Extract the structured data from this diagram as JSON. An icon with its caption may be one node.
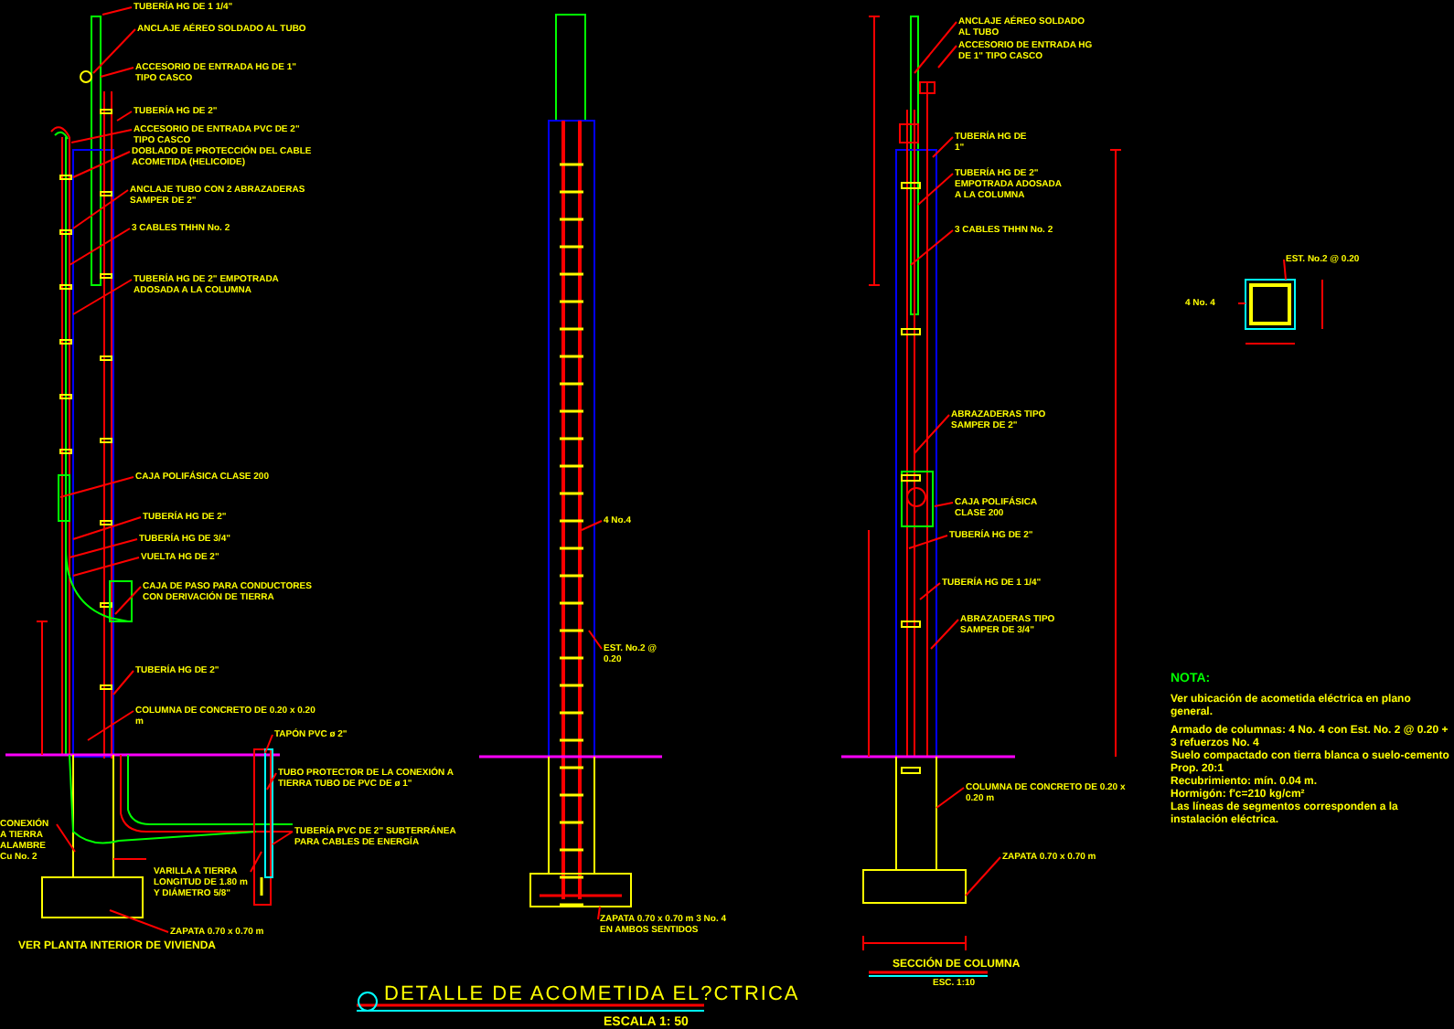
{
  "diagram": {
    "title": "DETALLE DE ACOMETIDA EL?CTRICA",
    "nodes": [
      {
        "text": [
          "TUBERÍA HG DE 1 1/4\""
        ]
      },
      {
        "text": [
          "ANCLAJE AÉREO SOLDADO AL TUBO"
        ]
      },
      {
        "text": [
          "ACCESORIO DE ENTRADA HG DE 1\" TIPO CASCO"
        ]
      },
      {
        "text": [
          "TUBERÍA HG DE 2\""
        ]
      },
      {
        "text": [
          "ACCESORIO DE ENTRADA PVC DE 2\" TIPO CASCO"
        ]
      },
      {
        "text": [
          "DOBLADO DE PROTECCIÓN DEL CABLE ACOMETIDA (HELICOIDE)"
        ]
      },
      {
        "text": [
          "ANCLAJE TUBO CON 2 ABRAZADERAS SAMPER DE 2\""
        ]
      },
      {
        "text": [
          "3 CABLES THHN No. 2"
        ]
      },
      {
        "text": [
          "TUBERÍA HG DE 2\" EMPOTRADA ADOSADA A LA COLUMNA"
        ]
      },
      {
        "text": [
          "CAJA POLIFÁSICA CLASE 200"
        ]
      },
      {
        "text": [
          "TUBERÍA HG DE 2\""
        ]
      },
      {
        "text": [
          "TUBERÍA HG DE 3/4\""
        ]
      },
      {
        "text": [
          "VUELTA HG DE 2\""
        ]
      },
      {
        "text": [
          "CAJA DE PASO PARA CONDUCTORES CON DERIVACIÓN DE TIERRA"
        ]
      },
      {
        "text": [
          "TUBERÍA HG DE 2\""
        ]
      },
      {
        "text": [
          "COLUMNA DE CONCRETO DE 0.20 x 0.20 m"
        ]
      },
      {
        "text": [
          "TAPÓN PVC ø 2\""
        ]
      },
      {
        "text": [
          "TUBO PROTECTOR DE LA CONEXIÓN A TIERRA TUBO DE PVC DE ø 1\""
        ]
      },
      {
        "text": [
          "TUBERÍA PVC DE 2\" SUBTERRÁNEA PARA CABLES DE ENERGÍA"
        ]
      },
      {
        "text": [
          "VARILLA A TIERRA LONGITUD DE 1.80 m Y DIÁMETRO 5/8\""
        ]
      },
      {
        "text": [
          "ZAPATA 0.70 x 0.70 m"
        ]
      },
      {
        "text": [
          "CONEXIÓN A TIERRA ALAMBRE Cu No. 2"
        ]
      },
      {
        "text": [
          "4 No.4"
        ]
      },
      {
        "text": [
          "EST. No.2 @ 0.20"
        ]
      },
      {
        "text": [
          "ZAPATA 0.70 x 0.70 m 3 No. 4 EN AMBOS SENTIDOS"
        ]
      },
      {
        "text": [
          "ANCLAJE AÉREO SOLDADO AL TUBO"
        ]
      },
      {
        "text": [
          "ACCESORIO DE ENTRADA HG DE 1\" TIPO CASCO"
        ]
      },
      {
        "text": [
          "TUBERÍA HG DE 1\""
        ]
      },
      {
        "text": [
          "TUBERÍA HG DE 2\" EMPOTRADA ADOSADA A LA COLUMNA"
        ]
      },
      {
        "text": [
          "3 CABLES THHN No. 2"
        ]
      },
      {
        "text": [
          "ABRAZADERAS TIPO SAMPER DE 2\""
        ]
      },
      {
        "text": [
          "CAJA POLIFÁSICA CLASE 200"
        ]
      },
      {
        "text": [
          "TUBERÍA HG DE 2\""
        ]
      },
      {
        "text": [
          "TUBERÍA HG DE 1 1/4\""
        ]
      },
      {
        "text": [
          "ABRAZADERAS TIPO SAMPER DE 3/4\""
        ]
      },
      {
        "text": [
          "COLUMNA DE CONCRETO DE 0.20 x 0.20 m"
        ]
      },
      {
        "text": [
          "ZAPATA 0.70 x 0.70 m"
        ]
      },
      {
        "text": [
          "EST. No.2 @ 0.20"
        ]
      },
      {
        "text": [
          "4 No. 4"
        ]
      },
      {
        "text": [],
        "shape": "box"
      },
      {
        "text": [],
        "shape": "box"
      }
    ],
    "edges": [
      {
        "from": 0,
        "to": null,
        "arrow": "none"
      },
      {
        "from": 1,
        "to": null,
        "arrow": "none"
      },
      {
        "from": 2,
        "to": null,
        "arrow": "none"
      },
      {
        "from": 3,
        "to": null,
        "arrow": "none"
      },
      {
        "from": 4,
        "to": null,
        "arrow": "none"
      },
      {
        "from": 5,
        "to": null,
        "arrow": "none"
      },
      {
        "from": 6,
        "to": null,
        "arrow": "none"
      },
      {
        "from": 7,
        "to": null,
        "arrow": "none"
      },
      {
        "from": 8,
        "to": null,
        "arrow": "none"
      },
      {
        "from": 9,
        "to": null,
        "arrow": "none"
      },
      {
        "from": 10,
        "to": null,
        "arrow": "none"
      },
      {
        "from": 11,
        "to": null,
        "arrow": "none"
      },
      {
        "from": 12,
        "to": null,
        "arrow": "none"
      },
      {
        "from": 13,
        "to": null,
        "arrow": "none"
      },
      {
        "from": 14,
        "to": null,
        "arrow": "none"
      },
      {
        "from": 15,
        "to": null,
        "arrow": "none"
      },
      {
        "from": 16,
        "to": null,
        "arrow": "none"
      },
      {
        "from": 17,
        "to": null,
        "arrow": "none"
      },
      {
        "from": 18,
        "to": null,
        "arrow": "none"
      },
      {
        "from": 19,
        "to": null,
        "arrow": "none"
      },
      {
        "from": 20,
        "to": null,
        "arrow": "none"
      },
      {
        "from": 21,
        "to": null,
        "arrow": "none"
      },
      {
        "from": 22,
        "to": null,
        "arrow": "none"
      },
      {
        "from": 23,
        "to": null,
        "arrow": "none"
      },
      {
        "from": 24,
        "to": 40,
        "arrow": "none"
      },
      {
        "from": 25,
        "to": null,
        "arrow": "none"
      },
      {
        "from": 26,
        "to": null,
        "arrow": "none"
      },
      {
        "from": 27,
        "to": null,
        "arrow": "none"
      },
      {
        "from": 28,
        "to": null,
        "arrow": "none"
      },
      {
        "from": 29,
        "to": null,
        "arrow": "none"
      },
      {
        "from": 30,
        "to": null,
        "arrow": "none"
      },
      {
        "from": 31,
        "to": null,
        "arrow": "none"
      },
      {
        "from": 32,
        "to": null,
        "arrow": "none"
      },
      {
        "from": 33,
        "to": null,
        "arrow": "none"
      },
      {
        "from": 34,
        "to": null,
        "arrow": "none"
      },
      {
        "from": 35,
        "to": null,
        "arrow": "none"
      },
      {
        "from": 36,
        "to": null,
        "arrow": "none"
      },
      {
        "from": 37,
        "to": 39,
        "arrow": "none"
      },
      {
        "from": 38,
        "to": 39,
        "arrow": "none"
      }
    ],
    "labels": [
      "VER PLANTA INTERIOR DE VIVIENDA",
      "SECCIÓN DE COLUMNA",
      "ESC. 1:10",
      "NOTA:",
      "Ver ubicación de acometida eléctrica en plano general.",
      "Armado de columnas: 4 No. 4 con Est. No. 2 @ 0.20 + 3 refuerzos No. 4",
      "Suelo compactado con tierra blanca o suelo-cemento",
      "Prop. 20:1",
      "Recubrimiento: mín. 0.04 m.",
      "Hormigón: f'c=210 kg/cm²",
      "Las líneas de segmentos corresponden a la instalación eléctrica.",
      "ESCALA 1: 50"
    ]
  }
}
